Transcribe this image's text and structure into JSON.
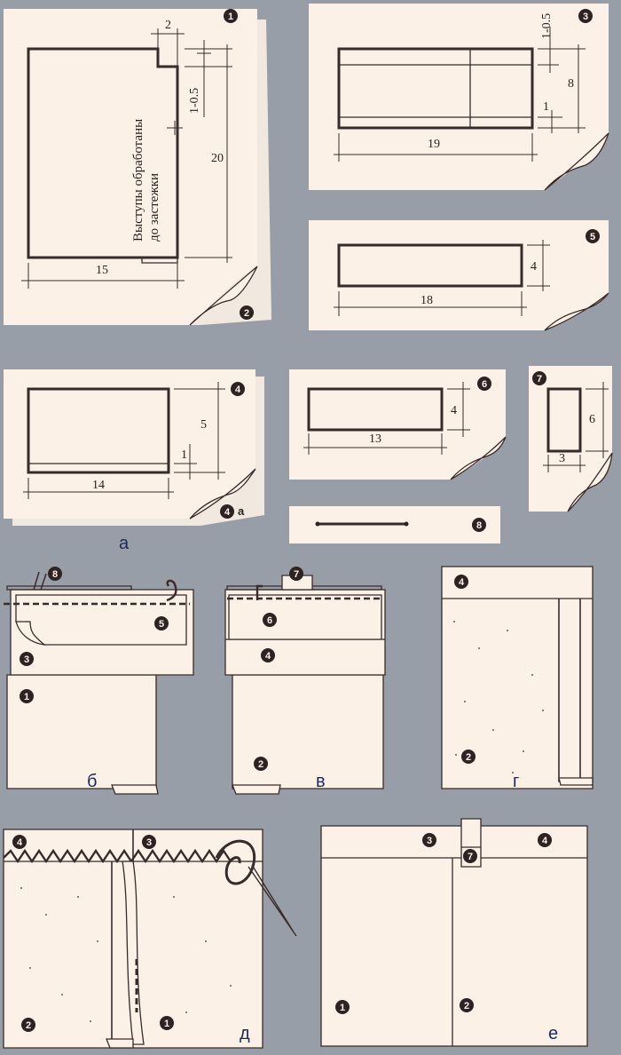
{
  "patterns": {
    "p1": {
      "numbers": [
        "1",
        "2"
      ],
      "dims": {
        "tab_width": "2",
        "offset": "1-0.5",
        "height": "20",
        "width": "15"
      },
      "note_line1": "Выступы обработаны",
      "note_line2": "до застежки"
    },
    "p3": {
      "numbers": [
        "3"
      ],
      "dims": {
        "offset": "1-0.5",
        "height": "8",
        "hem": "1",
        "width": "19"
      }
    },
    "p5": {
      "numbers": [
        "5"
      ],
      "dims": {
        "height": "4",
        "width": "18"
      }
    },
    "p4": {
      "numbers": [
        "4",
        "4",
        "а"
      ],
      "dims": {
        "height": "5",
        "hem": "1",
        "width": "14"
      }
    },
    "p6": {
      "numbers": [
        "6"
      ],
      "dims": {
        "height": "4",
        "width": "13"
      }
    },
    "p7": {
      "numbers": [
        "7"
      ],
      "dims": {
        "height": "6",
        "width": "3"
      }
    },
    "p8": {
      "numbers": [
        "8"
      ]
    }
  },
  "panels": {
    "a": "а",
    "b": "б",
    "v": "в",
    "g": "г",
    "d": "д",
    "e": "е"
  },
  "assembly": {
    "b": [
      "8",
      "5",
      "3",
      "1"
    ],
    "v": [
      "7",
      "6",
      "4",
      "2"
    ],
    "g": [
      "4",
      "2"
    ],
    "d": [
      "4",
      "3",
      "2",
      "1"
    ],
    "e": [
      "3",
      "7",
      "4",
      "1",
      "2"
    ]
  }
}
